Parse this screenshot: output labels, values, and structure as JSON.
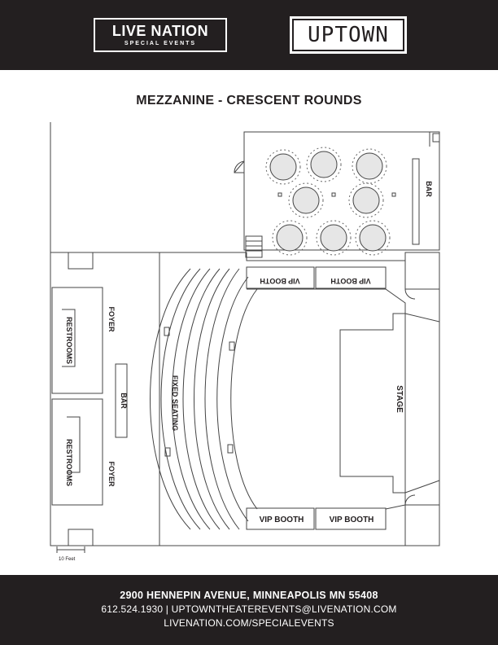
{
  "header": {
    "live_nation_logo": {
      "main": "LIVE NATION",
      "sub": "SPECIAL EVENTS"
    },
    "uptown_logo": "UPTOWN"
  },
  "title": "MEZZANINE - CRESCENT ROUNDS",
  "floor_plan": {
    "labels": {
      "bar_top": "BAR",
      "vip_booth_top_left": "VIP BOOTH",
      "vip_booth_top_right": "VIP BOOTH",
      "vip_booth_bottom_left": "VIP BOOTH",
      "vip_booth_bottom_right": "VIP BOOTH",
      "foyer_top": "FOYER",
      "foyer_bottom": "FOYER",
      "restrooms_top": "RESTROOMS",
      "restrooms_bottom": "RESTROOMS",
      "bar_left": "BAR",
      "fixed_seating": "FIXED SEATING",
      "stage": "STAGE",
      "scale": "10 Feet"
    },
    "round_tables": 8
  },
  "footer": {
    "address": "2900 HENNEPIN AVENUE, MINNEAPOLIS MN 55408",
    "contact": "612.524.1930 | UPTOWNTHEATEREVENTS@LIVENATION.COM",
    "website": "LIVENATION.COM/SPECIALEVENTS"
  },
  "colors": {
    "dark": "#231f20",
    "line": "#444444",
    "table_fill": "#e6e6e6"
  }
}
